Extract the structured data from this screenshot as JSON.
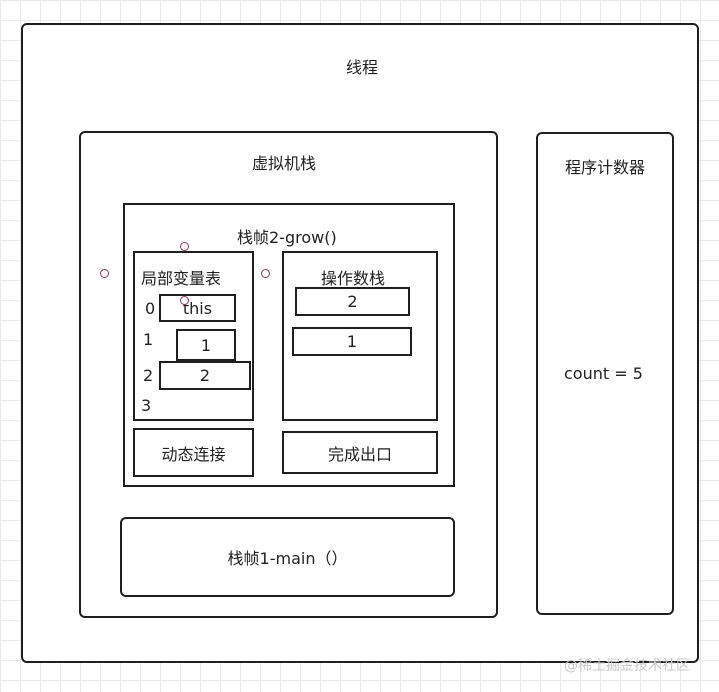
{
  "thread": {
    "title": "线程"
  },
  "jvm_stack": {
    "title": "虚拟机栈"
  },
  "frame2": {
    "title": "栈帧2-grow()",
    "local_vars": {
      "title": "局部变量表",
      "indices": [
        "0",
        "1",
        "2",
        "3"
      ],
      "slots": [
        "this",
        "1",
        "2"
      ]
    },
    "operand_stack": {
      "title": "操作数栈",
      "values": [
        "2",
        "1"
      ]
    },
    "dynamic_link": "动态连接",
    "return_exit": "完成出口"
  },
  "frame1": {
    "title": "栈帧1-main（）"
  },
  "pc_register": {
    "title": "程序计数器",
    "value": "count = 5"
  },
  "watermark": "@稀土掘金技术社区"
}
